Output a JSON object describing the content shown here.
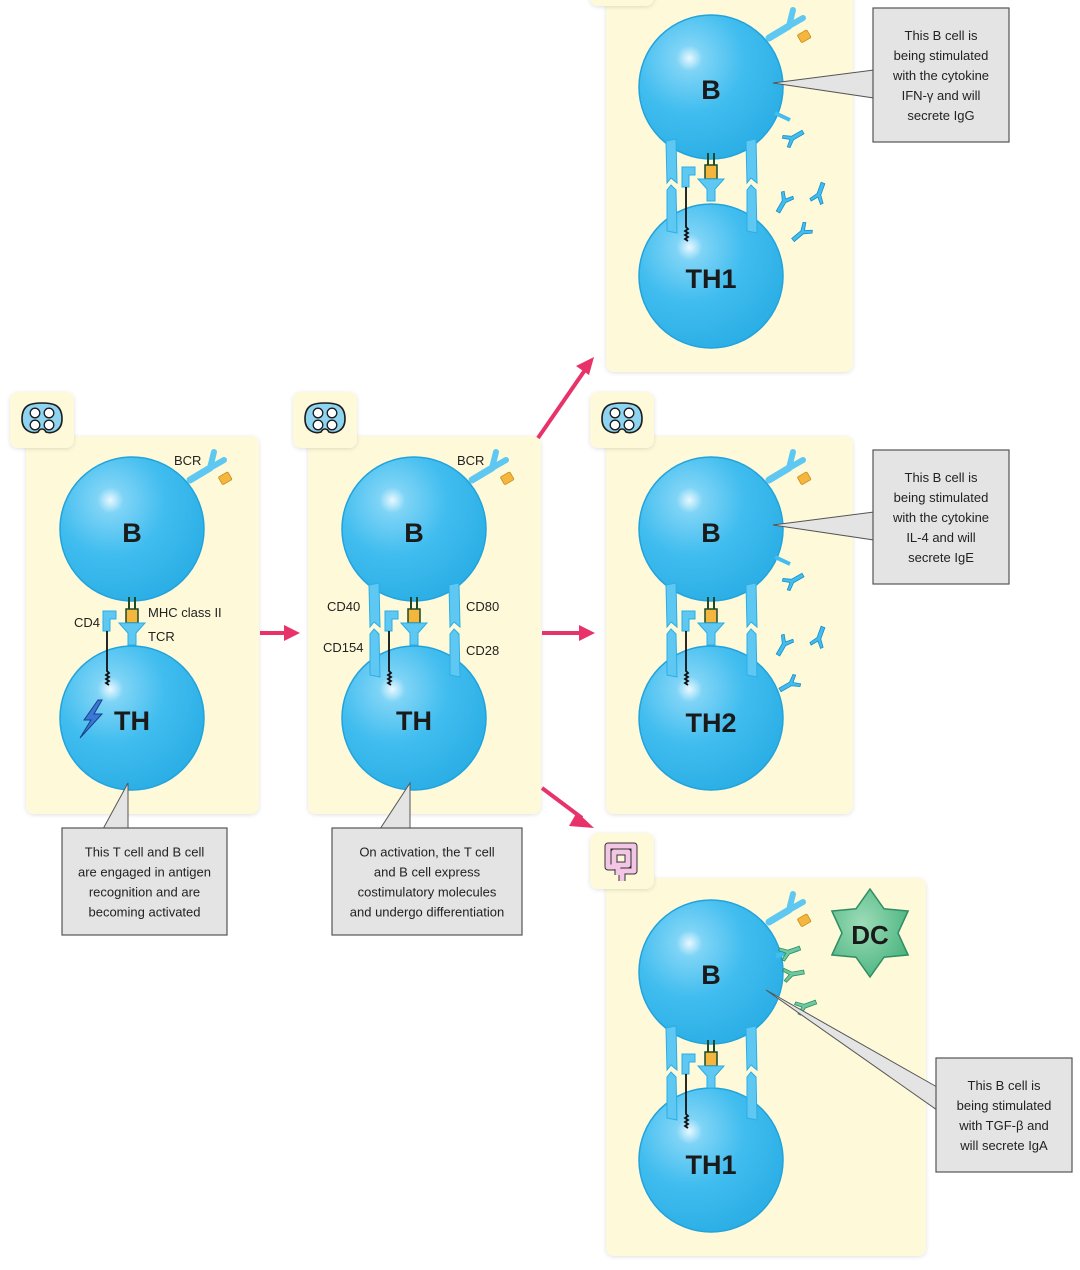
{
  "colors": {
    "panel_fill": "#fdf9d9",
    "cell_blue": "#3fbdee",
    "cell_edge": "#22a3dc",
    "arrow_pink": "#e8336a",
    "callout_fill": "#e4e4e4",
    "callout_edge": "#555555",
    "antigen_orange": "#f4b63d",
    "igA_green": "#66c29a",
    "dc_green": "#4db884",
    "gut_pink": "#f3c6e6"
  },
  "icons": {
    "lymph_node": "lymph-node-icon",
    "gut": "intestine-icon",
    "activation": "lightning-bolt-icon"
  },
  "panels": {
    "stage1": {
      "b_label": "B",
      "t_label": "TH",
      "labels": {
        "bcr": "BCR",
        "cd4": "CD4",
        "mhc": "MHC class II",
        "tcr": "TCR"
      },
      "callout": [
        "This T cell and B cell",
        "are engaged in antigen",
        "recognition and are",
        "becoming activated"
      ]
    },
    "stage2": {
      "b_label": "B",
      "t_label": "TH",
      "labels": {
        "bcr": "BCR",
        "cd40": "CD40",
        "cd154": "CD154",
        "cd80": "CD80",
        "cd28": "CD28"
      },
      "callout": [
        "On activation, the T cell",
        "and B cell express",
        "costimulatory molecules",
        "and undergo differentiation"
      ]
    },
    "th1": {
      "b_label": "B",
      "t_label": "TH1",
      "callout": [
        "This B cell is",
        "being stimulated",
        "with the cytokine",
        "IFN-γ and will",
        "secrete IgG"
      ]
    },
    "th2": {
      "b_label": "B",
      "t_label": "TH2",
      "callout": [
        "This B cell is",
        "being stimulated",
        "with the cytokine",
        "IL-4 and will",
        "secrete IgE"
      ]
    },
    "mucosal": {
      "b_label": "B",
      "t_label": "TH1",
      "dc_label": "DC",
      "callout": [
        "This B cell is",
        "being stimulated",
        "with TGF-β and",
        "will secrete IgA"
      ]
    }
  }
}
